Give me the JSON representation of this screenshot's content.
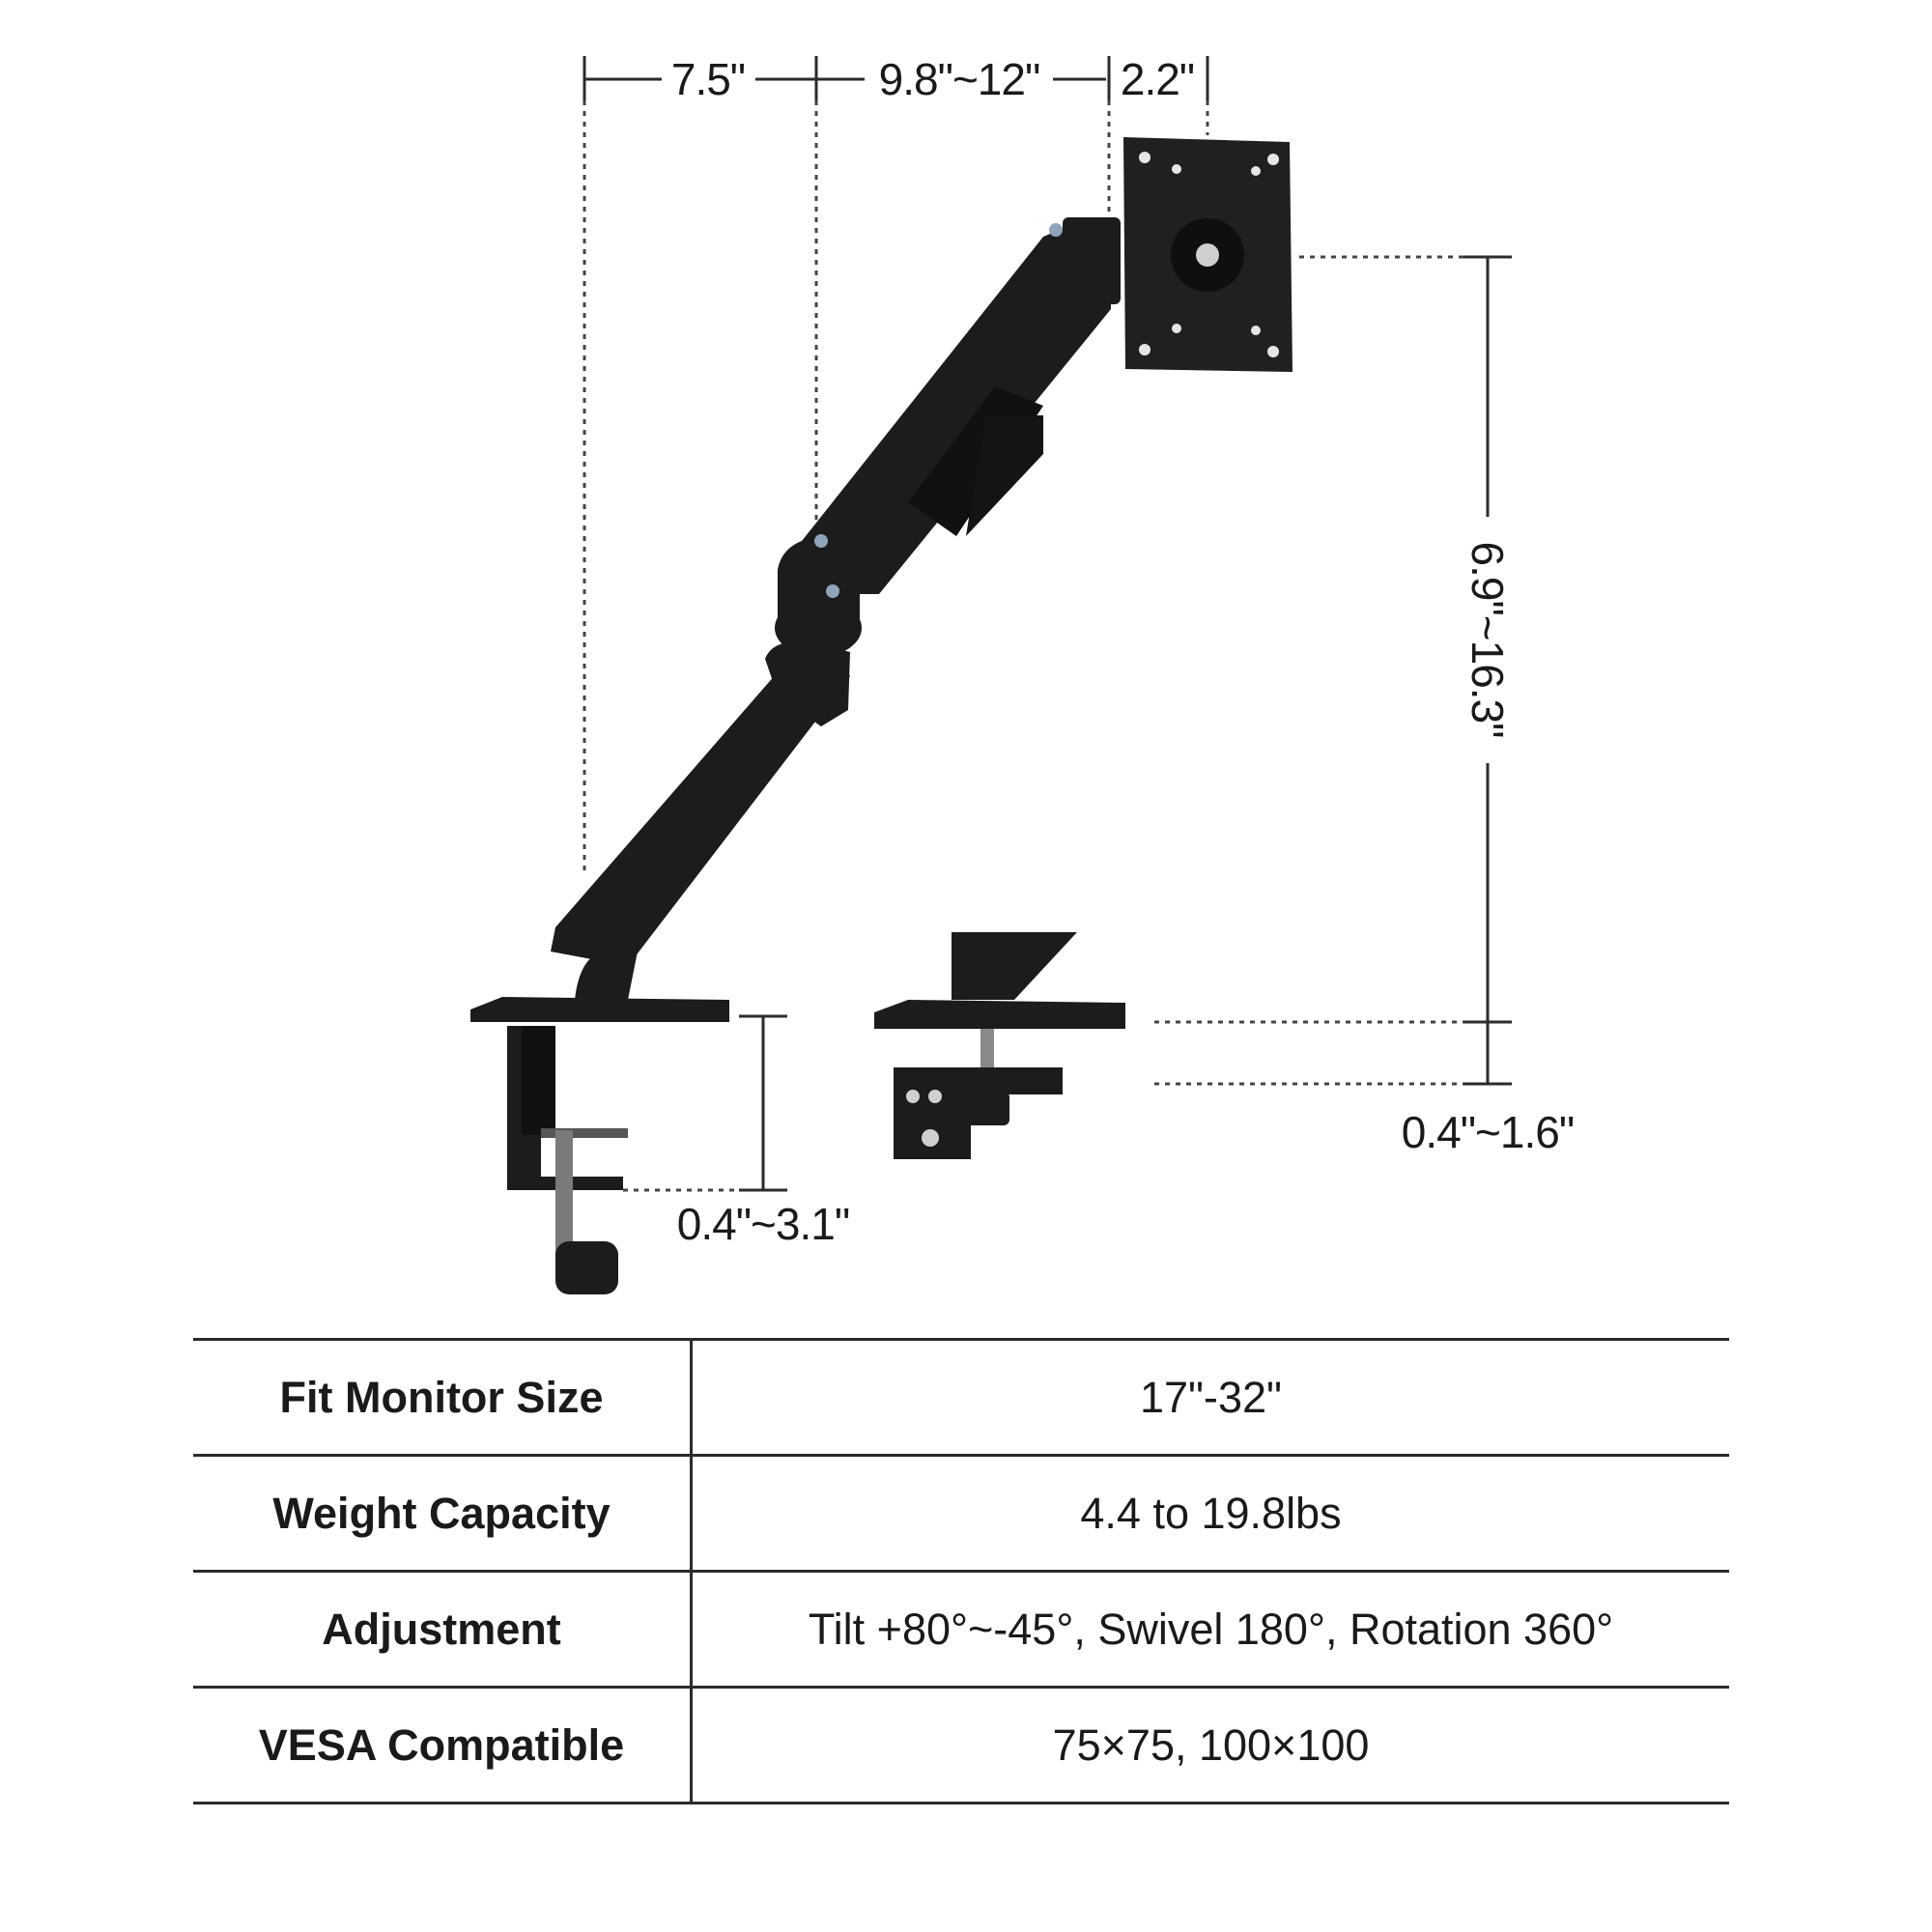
{
  "dimensions": {
    "base_to_pole_offset": "7.5\"",
    "arm_reach": "9.8\"~12\"",
    "vesa_plate_offset": "2.2\"",
    "height_range": "6.9\"~16.3\"",
    "grommet_thickness": "0.4\"~1.6\"",
    "clamp_thickness": "0.4\"~3.1\""
  },
  "specs": [
    {
      "label": "Fit Monitor Size",
      "value": "17\"-32\""
    },
    {
      "label": "Weight Capacity",
      "value": "4.4 to 19.8lbs"
    },
    {
      "label": "Adjustment",
      "value": "Tilt +80°~-45°, Swivel 180°, Rotation 360°"
    },
    {
      "label": "VESA Compatible",
      "value": "75×75, 100×100"
    }
  ],
  "colors": {
    "product": "#1c1c1c",
    "line": "#2b2b2b",
    "text": "#1a1a1a"
  }
}
